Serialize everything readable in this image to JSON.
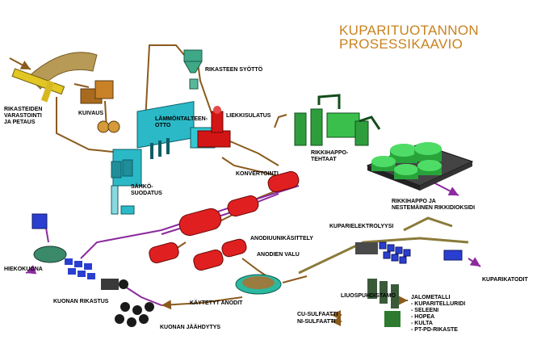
{
  "title": {
    "line1": "KUPARITUOTANNON",
    "line2": "PROSESSIKAAVIO"
  },
  "labels": {
    "rikasteiden": "RIKASTEIDEN\nVARASTOINTI\nJA PETAUS",
    "kuivaus": "KUIVAUS",
    "rikasteen_syotto": "RIKASTEEN SYÖTTÖ",
    "lammontalteenotto": "LÄMMÖNTALTEEN-\nOTTO",
    "liekkisulatus": "LIEKKISULATUS",
    "rikkihappotehtaat": "RIKKIHAPPO-\nTEHTAAT",
    "sahkosuodatus": "SÄHKÖ-\nSUODATUS",
    "konvertointi": "KONVERTOINTI",
    "rikkihappo_ja": "RIKKIHAPPO JA\nNESTEMÄINEN RIKKIDIOKSIDI",
    "kuparielektrolyysi": "KUPARIELEKTROLYYSI",
    "anodiuunikasittely": "ANODIUUNIKÄSITTELY",
    "anodien_valu": "ANODIEN VALU",
    "hiekokuona": "HIEKOKUONA",
    "kuonan_rikastus": "KUONAN RIKASTUS",
    "kuonan_jaahdytys": "KUONAN JÄÄHDYTYS",
    "kaytetyt_anodit": "KÄYTETYT ANODIT",
    "liuospuhdistamo": "LIUOSPUHDISTAMO",
    "kuparikatodit": "KUPARIKATODIT",
    "cu_sulfaatti": "CU-SULFAATTI",
    "ni_sulfaatti": "NI-SULFAATTI",
    "jalometalli": "JALOMETALLI\n- KUPARITELLURIDI\n- SELEENI\n- HOPEA\n- KULTA\n- PT-PD-RIKASTE"
  },
  "colors": {
    "title": "#c9821e",
    "flow_brown": "#8a5a1e",
    "flow_purple": "#8c2a9e",
    "furnace_red": "#d41515",
    "boiler_cyan": "#2bb9c7",
    "acid_green": "#33c24a",
    "electrolysis_blue": "#2a3fd0",
    "slag_black": "#1a1a1a",
    "yellow_stack": "#d9c23a"
  }
}
